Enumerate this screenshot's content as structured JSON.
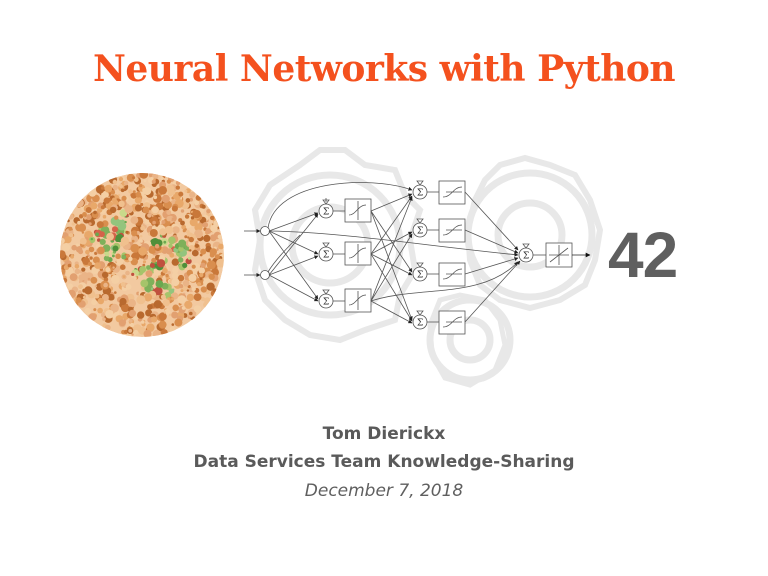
{
  "slide": {
    "title": "Neural Networks with Python",
    "answer": "42",
    "author": "Tom Dierickx",
    "team": "Data Services Team Knowledge-Sharing",
    "date": "December 7, 2018"
  },
  "colors": {
    "title": "#f4511e",
    "answer": "#5f5f5f",
    "text": "#5a5a5a",
    "diagram_line": "#555555",
    "gear_watermark": "#e6e6e6"
  },
  "illustrations": {
    "color_blind_plate": {
      "icon": "ishihara-plate-icon",
      "hidden_number": "42"
    },
    "network_diagram": {
      "icon": "neural-network-diagram",
      "layers": [
        {
          "name": "input",
          "nodes": 2
        },
        {
          "name": "hidden-1",
          "nodes": 3,
          "activation": "sigmoid"
        },
        {
          "name": "hidden-2",
          "nodes": 4,
          "activation": "sigmoid"
        },
        {
          "name": "output",
          "nodes": 1,
          "activation": "linear"
        }
      ],
      "sum_symbol": "Σ"
    }
  }
}
